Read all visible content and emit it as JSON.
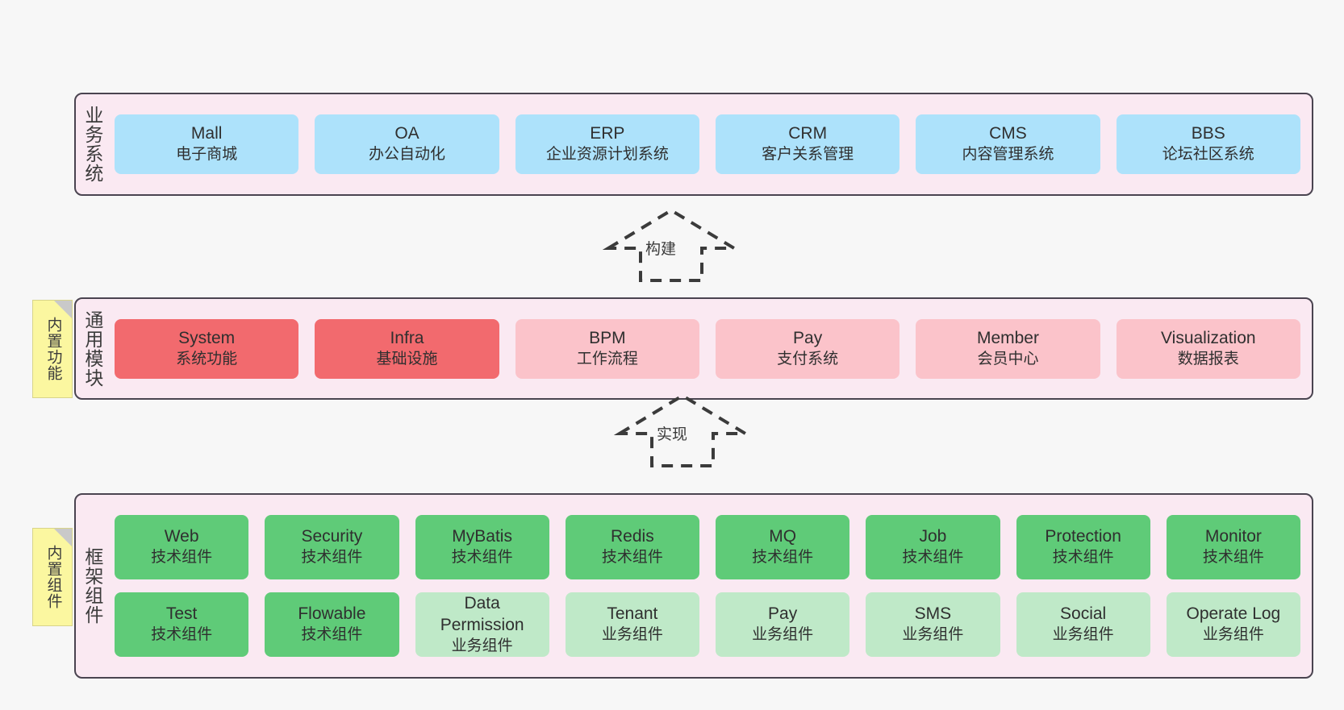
{
  "diagram": {
    "background_color": "#f7f7f7",
    "layer_fill": "#fae9f2",
    "layer_border": "#4a4450"
  },
  "layers": [
    {
      "id": "business",
      "label": "业务系统",
      "rows": [
        {
          "cells": [
            {
              "title": "Mall",
              "subtitle": "电子商城",
              "color": "#ade2fb"
            },
            {
              "title": "OA",
              "subtitle": "办公自动化",
              "color": "#ade2fb"
            },
            {
              "title": "ERP",
              "subtitle": "企业资源计划系统",
              "color": "#ade2fb"
            },
            {
              "title": "CRM",
              "subtitle": "客户关系管理",
              "color": "#ade2fb"
            },
            {
              "title": "CMS",
              "subtitle": "内容管理系统",
              "color": "#ade2fb"
            },
            {
              "title": "BBS",
              "subtitle": "论坛社区系统",
              "color": "#ade2fb"
            }
          ]
        }
      ]
    },
    {
      "id": "modules",
      "label": "通用模块",
      "rows": [
        {
          "cells": [
            {
              "title": "System",
              "subtitle": "系统功能",
              "color": "#f26a6e"
            },
            {
              "title": "Infra",
              "subtitle": "基础设施",
              "color": "#f26a6e"
            },
            {
              "title": "BPM",
              "subtitle": "工作流程",
              "color": "#fbc3ca"
            },
            {
              "title": "Pay",
              "subtitle": "支付系统",
              "color": "#fbc3ca"
            },
            {
              "title": "Member",
              "subtitle": "会员中心",
              "color": "#fbc3ca"
            },
            {
              "title": "Visualization",
              "subtitle": "数据报表",
              "color": "#fbc3ca"
            }
          ]
        }
      ]
    },
    {
      "id": "framework",
      "label": "框架组件",
      "rows": [
        {
          "cells": [
            {
              "title": "Web",
              "subtitle": "技术组件",
              "color": "#5fcb78"
            },
            {
              "title": "Security",
              "subtitle": "技术组件",
              "color": "#5fcb78"
            },
            {
              "title": "MyBatis",
              "subtitle": "技术组件",
              "color": "#5fcb78"
            },
            {
              "title": "Redis",
              "subtitle": "技术组件",
              "color": "#5fcb78"
            },
            {
              "title": "MQ",
              "subtitle": "技术组件",
              "color": "#5fcb78"
            },
            {
              "title": "Job",
              "subtitle": "技术组件",
              "color": "#5fcb78"
            },
            {
              "title": "Protection",
              "subtitle": "技术组件",
              "color": "#5fcb78"
            },
            {
              "title": "Monitor",
              "subtitle": "技术组件",
              "color": "#5fcb78"
            }
          ]
        },
        {
          "cells": [
            {
              "title": "Test",
              "subtitle": "技术组件",
              "color": "#5fcb78"
            },
            {
              "title": "Flowable",
              "subtitle": "技术组件",
              "color": "#5fcb78"
            },
            {
              "title": "Data Permission",
              "subtitle": "业务组件",
              "color": "#bfe9c8"
            },
            {
              "title": "Tenant",
              "subtitle": "业务组件",
              "color": "#bfe9c8"
            },
            {
              "title": "Pay",
              "subtitle": "业务组件",
              "color": "#bfe9c8"
            },
            {
              "title": "SMS",
              "subtitle": "业务组件",
              "color": "#bfe9c8"
            },
            {
              "title": "Social",
              "subtitle": "业务组件",
              "color": "#bfe9c8"
            },
            {
              "title": "Operate Log",
              "subtitle": "业务组件",
              "color": "#bfe9c8"
            }
          ]
        }
      ]
    }
  ],
  "notes": [
    {
      "id": "builtin-function",
      "label": "内置功能",
      "color": "#fbf7a0"
    },
    {
      "id": "builtin-component",
      "label": "内置组件",
      "color": "#fbf7a0"
    }
  ],
  "arrows": [
    {
      "id": "build",
      "label": "构建",
      "style": "dashed-hollow-up"
    },
    {
      "id": "implement",
      "label": "实现",
      "style": "dashed-hollow-up"
    }
  ]
}
